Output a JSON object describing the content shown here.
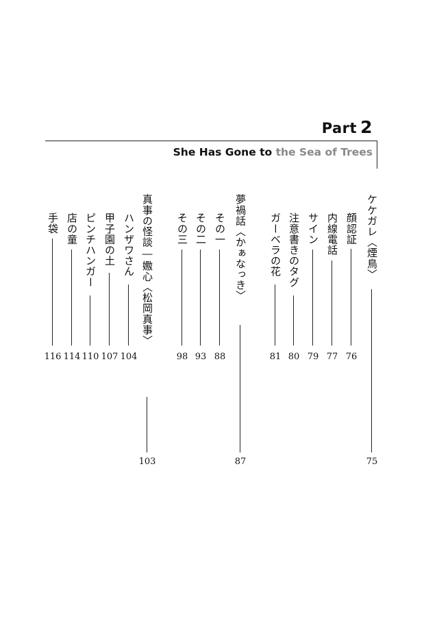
{
  "part": {
    "label": "Part",
    "number": "2"
  },
  "subtitle": {
    "part_a": "She Has Gone to ",
    "part_b": "the Sea of Trees"
  },
  "entries": [
    {
      "title": "ケケガレ〈煙鳥〉",
      "page": "75"
    },
    {
      "title": "顔認証",
      "page": "76"
    },
    {
      "title": "内線電話",
      "page": "77"
    },
    {
      "title": "サイン",
      "page": "79"
    },
    {
      "title": "注意書きのタグ",
      "page": "80"
    },
    {
      "title": "ガーベラの花",
      "page": "81"
    },
    {
      "title": "夢禍話〈かぁなっき〉",
      "page": "87"
    },
    {
      "title": "その一",
      "page": "88"
    },
    {
      "title": "その二",
      "page": "93"
    },
    {
      "title": "その三",
      "page": "98"
    },
    {
      "title": "真事の怪談―嫐心〈松岡真事〉",
      "page": "103"
    },
    {
      "title": "ハンザワさん",
      "page": "104"
    },
    {
      "title": "甲子園の土",
      "page": "107"
    },
    {
      "title": "ピンチハンガー",
      "page": "110"
    },
    {
      "title": "店の童",
      "page": "114"
    },
    {
      "title": "手袋",
      "page": "116"
    }
  ]
}
